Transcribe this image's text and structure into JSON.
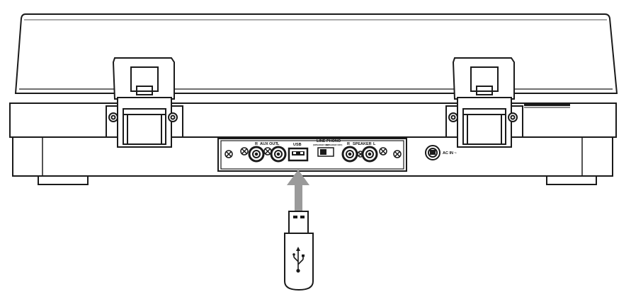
{
  "panel_labels": {
    "aux_out_r": "R",
    "aux_out": "AUX OUT",
    "aux_out_l": "L",
    "usb": "USB",
    "line": "LINE",
    "line_sub": "(SPEAKER ON)",
    "phono": "PHONO",
    "phono_sub": "(SPEAKER OFF)",
    "speaker_r": "R",
    "speaker": "SPEAKER",
    "speaker_l": "L",
    "ac_in": "AC IN ~"
  },
  "icons": {
    "usb_symbol": "usb-trident-icon",
    "insert_arrow": "arrow-up-icon"
  },
  "colors": {
    "line": "#1a1a1a",
    "panel_fill": "#ffffff",
    "arrow_gray": "#9a9a9a"
  }
}
